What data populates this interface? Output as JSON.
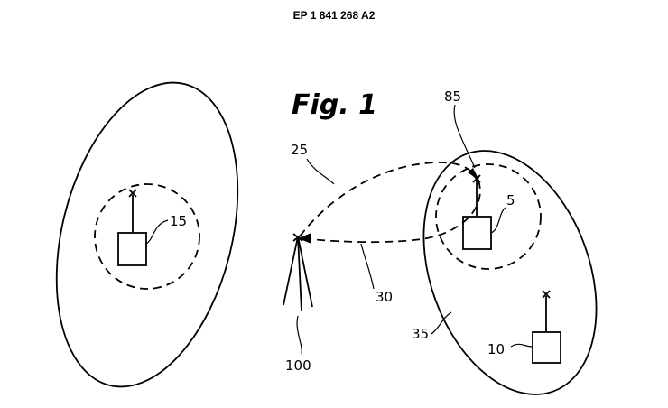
{
  "header": {
    "patent_number": "EP 1 841 268 A2"
  },
  "figure": {
    "title": "Fig. 1",
    "labels": {
      "l85": "85",
      "l25": "25",
      "l5": "5",
      "l15": "15",
      "l30": "30",
      "l35": "35",
      "l10": "10",
      "l100": "100"
    }
  }
}
